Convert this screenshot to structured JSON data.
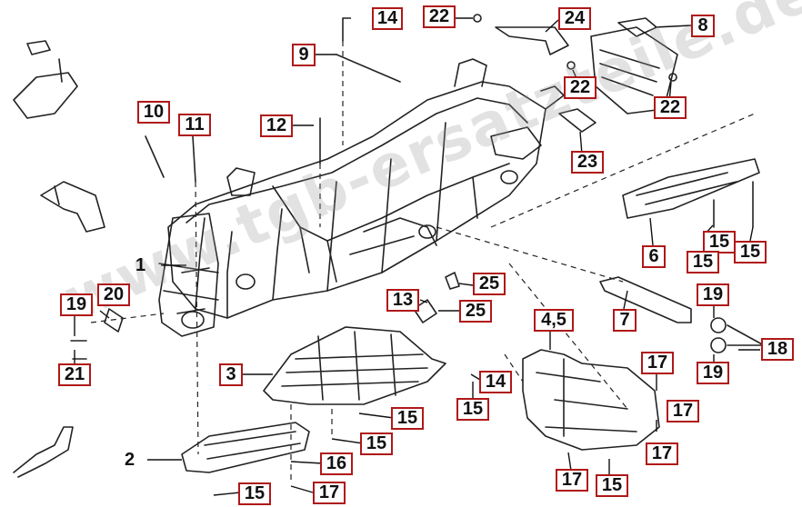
{
  "watermark": "www.tgb-ersatzteile.de",
  "callouts": [
    {
      "id": "c14a",
      "text": "14"
    },
    {
      "id": "c22a",
      "text": "22"
    },
    {
      "id": "c24",
      "text": "24"
    },
    {
      "id": "c8",
      "text": "8"
    },
    {
      "id": "c9",
      "text": "9"
    },
    {
      "id": "c22b",
      "text": "22"
    },
    {
      "id": "c22c",
      "text": "22"
    },
    {
      "id": "c10",
      "text": "10"
    },
    {
      "id": "c11",
      "text": "11"
    },
    {
      "id": "c12",
      "text": "12"
    },
    {
      "id": "c23",
      "text": "23"
    },
    {
      "id": "c6",
      "text": "6"
    },
    {
      "id": "c15a",
      "text": "15"
    },
    {
      "id": "c15b",
      "text": "15"
    },
    {
      "id": "c15c",
      "text": "15"
    },
    {
      "id": "c25a",
      "text": "25"
    },
    {
      "id": "c13",
      "text": "13"
    },
    {
      "id": "c25b",
      "text": "25"
    },
    {
      "id": "c19a",
      "text": "19"
    },
    {
      "id": "c20",
      "text": "20"
    },
    {
      "id": "c45",
      "text": "4,5"
    },
    {
      "id": "c7",
      "text": "7"
    },
    {
      "id": "c19b",
      "text": "19"
    },
    {
      "id": "c18",
      "text": "18"
    },
    {
      "id": "c19c",
      "text": "19"
    },
    {
      "id": "c21",
      "text": "21"
    },
    {
      "id": "c3",
      "text": "3"
    },
    {
      "id": "c14b",
      "text": "14"
    },
    {
      "id": "c15d",
      "text": "15"
    },
    {
      "id": "c17a",
      "text": "17"
    },
    {
      "id": "c15e",
      "text": "15"
    },
    {
      "id": "c17b",
      "text": "17"
    },
    {
      "id": "c15f",
      "text": "15"
    },
    {
      "id": "c17c",
      "text": "17"
    },
    {
      "id": "c16",
      "text": "16"
    },
    {
      "id": "c17d",
      "text": "17"
    },
    {
      "id": "c15g",
      "text": "15"
    },
    {
      "id": "c17e",
      "text": "17"
    },
    {
      "id": "c15h",
      "text": "15"
    }
  ],
  "plain_labels": [
    {
      "id": "p1",
      "text": "1"
    },
    {
      "id": "p2",
      "text": "2"
    }
  ]
}
